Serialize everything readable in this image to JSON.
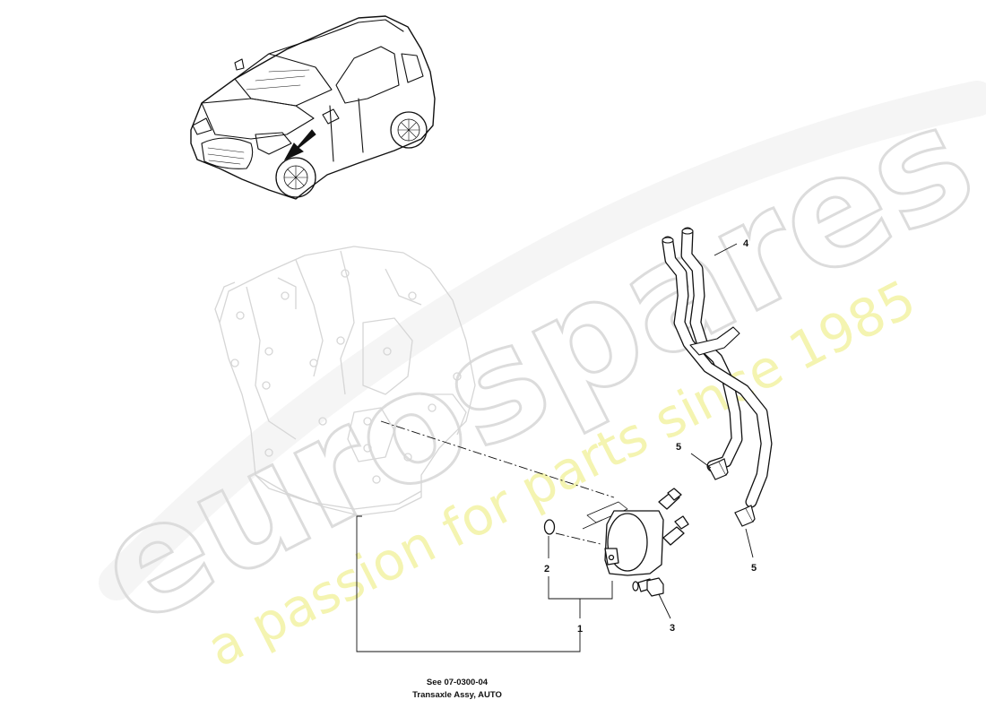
{
  "watermark": {
    "brand": "eurospares",
    "tagline": "a passion for parts since 1985"
  },
  "callouts": {
    "c1": "1",
    "c2": "2",
    "c3": "3",
    "c4": "4",
    "c5a": "5",
    "c5b": "5"
  },
  "caption": {
    "line1": "See 07-0300-04",
    "line2": "Transaxle Assy, AUTO"
  }
}
